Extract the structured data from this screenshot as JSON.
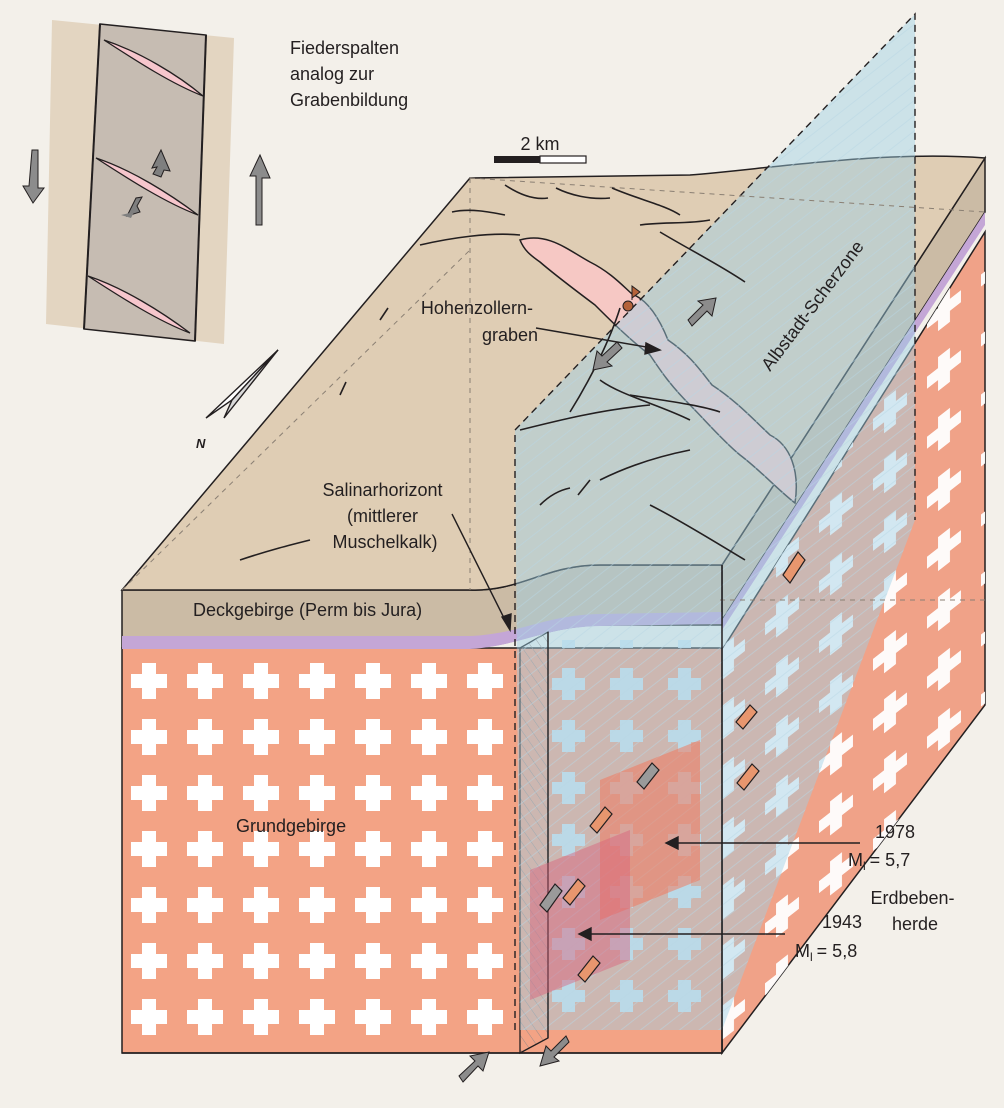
{
  "inset": {
    "caption_lines": [
      "Fiederspalten",
      "analog zur",
      "Grabenbildung"
    ]
  },
  "scale_bar": {
    "label": "2 km"
  },
  "north_arrow": {
    "label": "N"
  },
  "labels": {
    "graben_lines": [
      "Hohenzollern-",
      "graben"
    ],
    "shear_zone": "Albstadt-Scherzone",
    "salt_lines": [
      "Salinarhorizont",
      "(mittlerer",
      "Muschelkalk)"
    ],
    "cover": "Deckgebirge (Perm bis Jura)",
    "basement": "Grundgebirge",
    "foci_lines": [
      "Erdbeben-",
      "herde"
    ]
  },
  "quakes": [
    {
      "year": "1978",
      "magnitude": "= 5,7",
      "mag_symbol": "M",
      "mag_sub": "l"
    },
    {
      "year": "1943",
      "magnitude": "= 5,8",
      "mag_symbol": "M",
      "mag_sub": "l"
    }
  ],
  "colors": {
    "background": "#f3f0ea",
    "cover_top": "#dfcdb4",
    "cover_side": "#cbbba5",
    "salt_layer": "#c4a6d6",
    "basement": "#f3a385",
    "basement_right": "#f0a288",
    "graben": "#f6c8c4",
    "shear_plane": "#9ed0e6",
    "inset_band": "#c6bcb2",
    "arrow_grey": "#8c8c8c"
  }
}
